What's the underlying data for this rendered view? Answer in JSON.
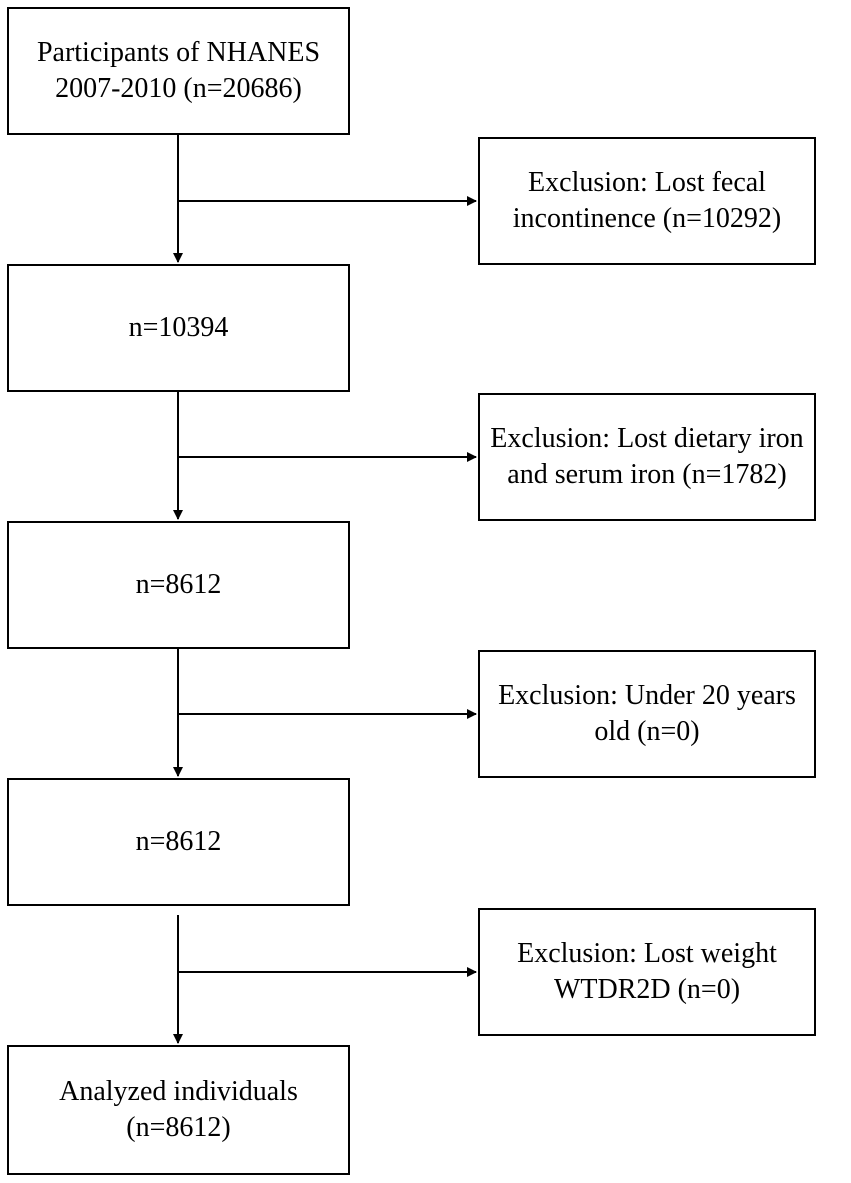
{
  "flowchart": {
    "main_steps": [
      {
        "line1": "Participants of NHANES",
        "line2": "2007-2010 (n=20686)"
      },
      {
        "line1": "n=10394",
        "line2": ""
      },
      {
        "line1": "n=8612",
        "line2": ""
      },
      {
        "line1": "n=8612",
        "line2": ""
      },
      {
        "line1": "Analyzed individuals",
        "line2": "(n=8612)"
      }
    ],
    "exclusions": [
      {
        "line1": "Exclusion: Lost fecal",
        "line2": "incontinence (n=10292)"
      },
      {
        "line1": "Exclusion: Lost dietary iron",
        "line2": "and serum iron (n=1782)"
      },
      {
        "line1": "Exclusion: Under 20 years",
        "line2": "old (n=0)"
      },
      {
        "line1": "Exclusion: Lost weight",
        "line2": "WTDR2D (n=0)"
      }
    ]
  }
}
